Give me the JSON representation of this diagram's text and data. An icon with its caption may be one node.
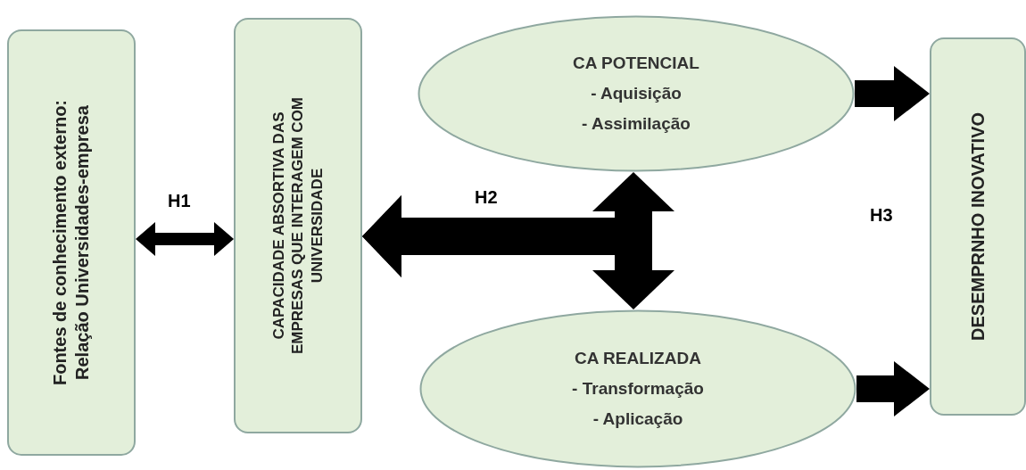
{
  "diagram": {
    "nodes": [
      {
        "text": [
          "Fontes de conhecimento externo: Relação Universidades-empresa"
        ]
      },
      {
        "text": [
          "CAPACIDADE ABSORTIVA DAS EMPRESAS QUE INTERAGEM COM UNIVERSIDADE"
        ]
      },
      {
        "text": [
          "CA POTENCIAL",
          "- Aquisição",
          "- Assimilação"
        ]
      },
      {
        "text": [
          "CA REALIZADA",
          "- Transformação",
          "- Aplicação"
        ]
      },
      {
        "text": [
          "DESEMPRNHO INOVATIVO"
        ]
      }
    ],
    "edges": [
      {
        "from": 0,
        "to": 1,
        "arrow": "both",
        "label": "H1"
      },
      {
        "from": 2,
        "to": 1,
        "arrow": "both",
        "label": "H2"
      },
      {
        "from": 3,
        "to": 1,
        "arrow": "both"
      },
      {
        "from": 2,
        "to": 4,
        "arrow": "to"
      },
      {
        "from": 3,
        "to": 4,
        "arrow": "to"
      }
    ],
    "labels": [
      "H3"
    ]
  }
}
